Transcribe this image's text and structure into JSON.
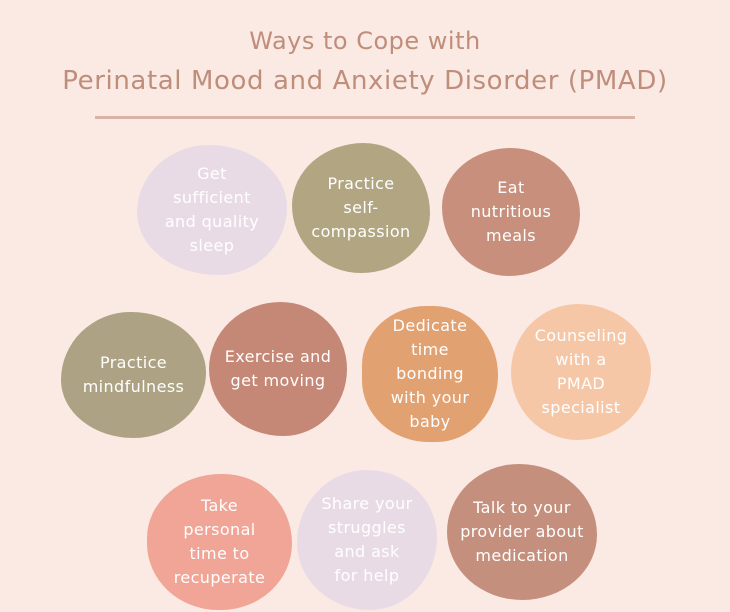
{
  "title": {
    "line1": "Ways to Cope with",
    "line2": "Perinatal Mood and Anxiety Disorder (PMAD)"
  },
  "items": [
    {
      "label": "Get\nsufficient\nand quality\nsleep",
      "color": "#e9dbe6"
    },
    {
      "label": "Practice\nself-\ncompassion",
      "color": "#b2a582"
    },
    {
      "label": "Eat\nnutritious\nmeals",
      "color": "#c8907c"
    },
    {
      "label": "Practice\nmindfulness",
      "color": "#ada283"
    },
    {
      "label": "Exercise and\nget moving",
      "color": "#c58876"
    },
    {
      "label": "Dedicate\ntime\nbonding\nwith your\nbaby",
      "color": "#e2a171"
    },
    {
      "label": "Counseling\nwith a\nPMAD\nspecialist",
      "color": "#f6c7a6"
    },
    {
      "label": "Take\npersonal\ntime to\nrecuperate",
      "color": "#f0a596"
    },
    {
      "label": "Share your\nstruggles\nand ask\nfor help",
      "color": "#e9dbe6"
    },
    {
      "label": "Talk to your\nprovider about\nmedication",
      "color": "#c4907d"
    }
  ]
}
